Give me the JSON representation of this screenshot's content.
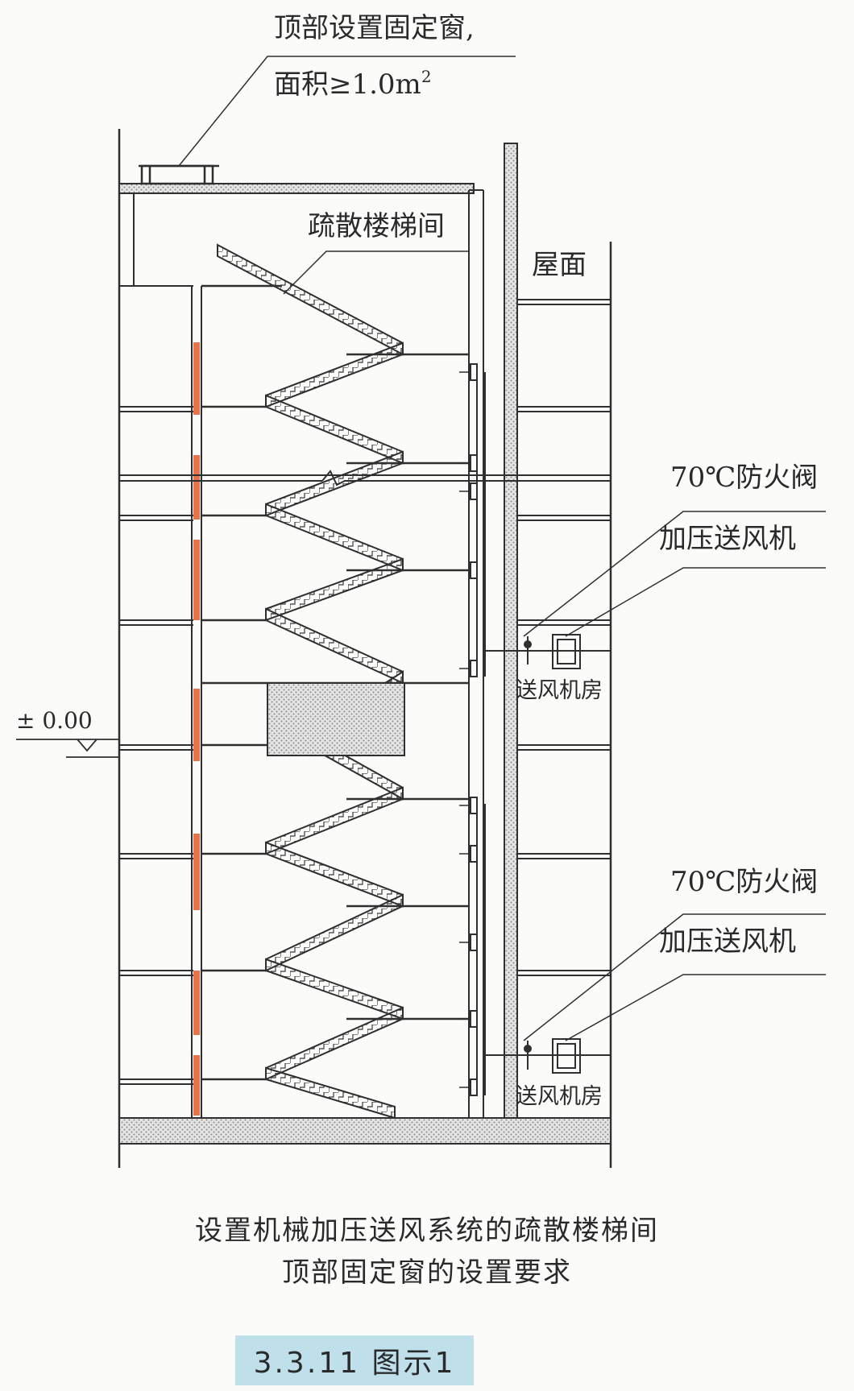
{
  "labels": {
    "top_window_line1": "顶部设置固定窗,",
    "top_window_line2_prefix": "面积≥1.0m",
    "top_window_sup": "2",
    "stairwell": "疏散楼梯间",
    "roof": "屋面",
    "damper_upper": "70℃防火阀",
    "fan_upper": "加压送风机",
    "fan_room_upper": "送风机房",
    "damper_lower": "70℃防火阀",
    "fan_lower": "加压送风机",
    "fan_room_lower": "送风机房",
    "elevation": "± 0.00"
  },
  "caption": {
    "line1": "设置机械加压送风系统的疏散楼梯间",
    "line2": "顶部固定窗的设置要求"
  },
  "figure_label": "3.3.11 图示1",
  "colors": {
    "line": "#2f2f2f",
    "slab_hatch": "#8a8a8a",
    "orange_pipe": "#e8734a",
    "figure_bg": "#bfe0ea"
  }
}
